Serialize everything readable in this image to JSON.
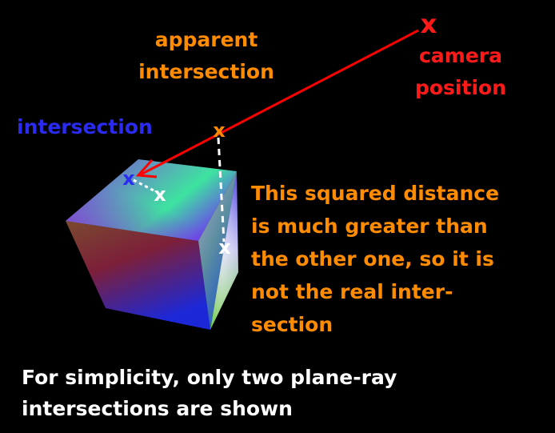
{
  "colors": {
    "background": "#000000",
    "ray": "#ff0000",
    "orange_text": "#ff8c00",
    "blue_text": "#2a2af0",
    "red_text": "#ff1a1a",
    "white_text": "#ffffff"
  },
  "labels": {
    "apparent_intersection": [
      "apparent",
      "intersection"
    ],
    "camera_position": [
      "camera",
      "position"
    ],
    "intersection": "intersection",
    "distance_note": [
      "This squared distance",
      "is much greater than",
      "the other one, so it is",
      "not the real inter-",
      "section"
    ],
    "footer": [
      "For simplicity, only two plane-ray",
      "intersections are shown"
    ]
  },
  "markers": {
    "camera": "x",
    "apparent": "x",
    "real_intersection": "x",
    "projection_near": "x",
    "projection_far": "x"
  },
  "icons": {
    "cube": "rgb-gradient-cube",
    "ray": "arrow-left-down"
  }
}
